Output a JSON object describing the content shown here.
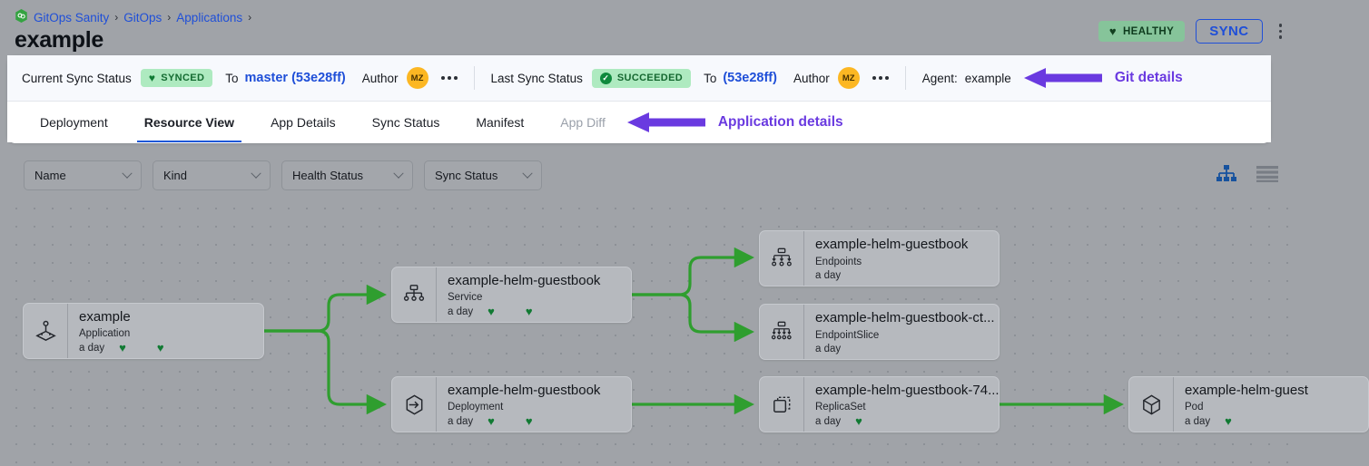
{
  "breadcrumb": {
    "logo_icon": "gitops-hexagon-logo",
    "items": [
      "GitOps Sanity",
      "GitOps",
      "Applications"
    ],
    "separator": "›"
  },
  "header": {
    "title": "example",
    "health_badge": {
      "label": "HEALTHY",
      "icon": "heart-icon",
      "color": "#86c49a"
    },
    "sync_button": {
      "label": "SYNC",
      "color": "#1f4fd8"
    },
    "menu_icon": "kebab-menu-icon"
  },
  "status_bar": {
    "current": {
      "label": "Current Sync Status",
      "chip": "SYNCED",
      "chip_icon": "heart-icon",
      "to_label": "To",
      "revision": "master (53e28ff)",
      "author_label": "Author",
      "author_initials": "MZ",
      "more_icon": "ellipsis-icon"
    },
    "last": {
      "label": "Last Sync Status",
      "chip": "SUCCEEDED",
      "chip_icon": "check-circle-icon",
      "to_label": "To",
      "revision": "(53e28ff)",
      "author_label": "Author",
      "author_initials": "MZ",
      "more_icon": "ellipsis-icon"
    },
    "agent": {
      "label": "Agent:",
      "value": "example"
    },
    "annotation": {
      "icon": "left-arrow-annotation",
      "text": "Git details",
      "color": "#6a3ae0"
    }
  },
  "tabs": {
    "items": [
      {
        "label": "Deployment",
        "state": "normal"
      },
      {
        "label": "Resource View",
        "state": "active"
      },
      {
        "label": "App Details",
        "state": "normal"
      },
      {
        "label": "Sync Status",
        "state": "normal"
      },
      {
        "label": "Manifest",
        "state": "normal"
      },
      {
        "label": "App Diff",
        "state": "disabled"
      }
    ],
    "annotation": {
      "icon": "left-arrow-annotation",
      "text": "Application details",
      "color": "#6a3ae0"
    }
  },
  "filters": [
    {
      "label": "Name",
      "icon": "chevron-down-icon"
    },
    {
      "label": "Kind",
      "icon": "chevron-down-icon"
    },
    {
      "label": "Health Status",
      "icon": "chevron-down-icon"
    },
    {
      "label": "Sync Status",
      "icon": "chevron-down-icon"
    }
  ],
  "view_toggle": [
    {
      "icon": "tree-view-icon",
      "active": true,
      "color": "#17529e"
    },
    {
      "icon": "list-view-icon",
      "active": false,
      "color": "#787d85"
    }
  ],
  "graph": {
    "edge_color": "#2f9e2f",
    "nodes": [
      {
        "id": "app",
        "title": "example",
        "kind": "Application",
        "age": "a day",
        "icon": "application-icon",
        "hearts": 2
      },
      {
        "id": "service",
        "title": "example-helm-guestbook",
        "kind": "Service",
        "age": "a day",
        "icon": "service-icon",
        "hearts": 2
      },
      {
        "id": "deployment",
        "title": "example-helm-guestbook",
        "kind": "Deployment",
        "age": "a day",
        "icon": "deployment-icon",
        "hearts": 2
      },
      {
        "id": "endpoints",
        "title": "example-helm-guestbook",
        "kind": "Endpoints",
        "age": "a day",
        "icon": "endpoints-icon",
        "hearts": 0
      },
      {
        "id": "endpointslice",
        "title": "example-helm-guestbook-ct...",
        "kind": "EndpointSlice",
        "age": "a day",
        "icon": "endpointslice-icon",
        "hearts": 0
      },
      {
        "id": "replicaset",
        "title": "example-helm-guestbook-74...",
        "kind": "ReplicaSet",
        "age": "a day",
        "icon": "replicaset-icon",
        "hearts": 1
      },
      {
        "id": "pod",
        "title": "example-helm-guest",
        "kind": "Pod",
        "age": "a day",
        "icon": "pod-icon",
        "hearts": 1
      }
    ]
  },
  "heart_glyph": "♥"
}
